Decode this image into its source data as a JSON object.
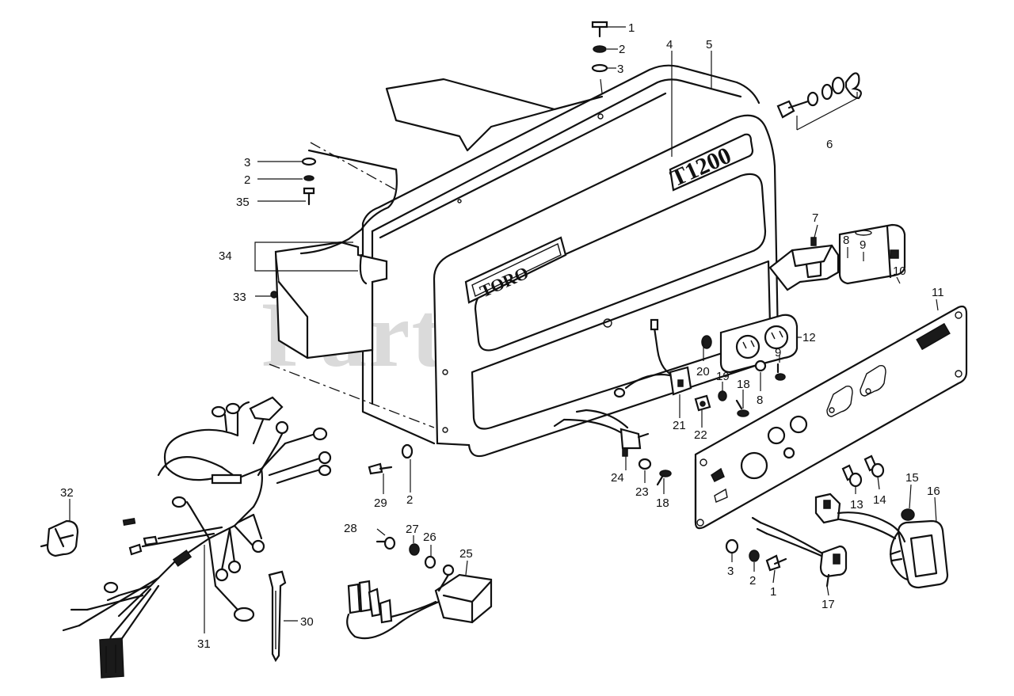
{
  "watermark": "PartsTree",
  "panel_brand": "TORO",
  "panel_model": "T1200",
  "callouts": [
    "1",
    "2",
    "3",
    "4",
    "5",
    "6",
    "7",
    "8",
    "9",
    "10",
    "11",
    "12",
    "13",
    "14",
    "15",
    "16",
    "17",
    "18",
    "19",
    "20",
    "21",
    "22",
    "23",
    "24",
    "25",
    "26",
    "27",
    "28",
    "29",
    "30",
    "31",
    "32",
    "33",
    "34",
    "35"
  ],
  "callout_labels": {
    "c1a": "1",
    "c2a": "2",
    "c3a": "3",
    "c4": "4",
    "c5": "5",
    "c6": "6",
    "c3b": "3",
    "c2b": "2",
    "c35": "35",
    "c34": "34",
    "c33": "33",
    "c7": "7",
    "c8a": "8",
    "c9a": "9",
    "c10": "10",
    "c11": "11",
    "c12": "12",
    "c20": "20",
    "c9b": "9",
    "c19": "19",
    "c18a": "18",
    "c8b": "8",
    "c21": "21",
    "c22": "22",
    "c24": "24",
    "c23": "23",
    "c18b": "18",
    "c29": "29",
    "c2c": "2",
    "c32": "32",
    "c28": "28",
    "c27": "27",
    "c26": "26",
    "c25": "25",
    "c30": "30",
    "c31": "31",
    "c15": "15",
    "c16": "16",
    "c13": "13",
    "c14": "14",
    "c3c": "3",
    "c2d": "2",
    "c1b": "1",
    "c17": "17"
  }
}
